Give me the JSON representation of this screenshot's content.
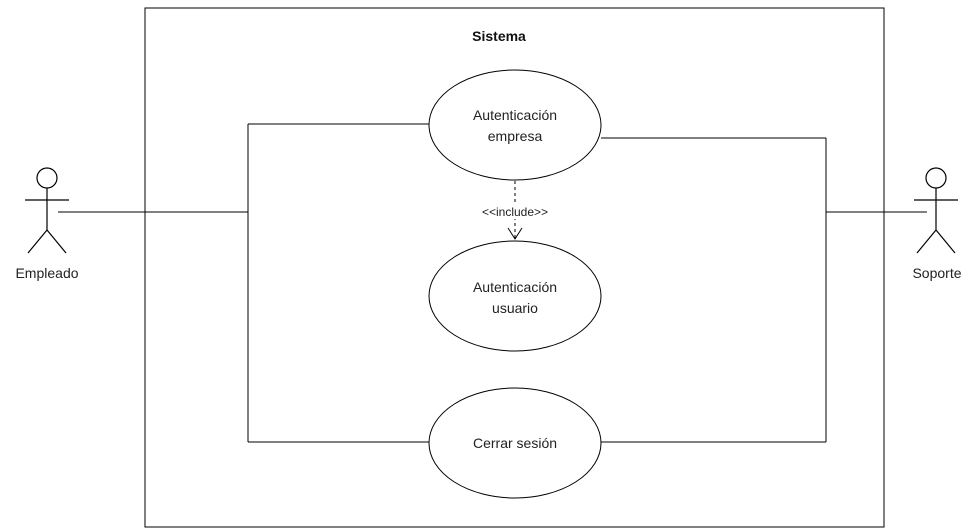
{
  "system": {
    "title": "Sistema"
  },
  "actors": {
    "left": {
      "name": "Empleado"
    },
    "right": {
      "name": "Soporte"
    }
  },
  "use_cases": {
    "auth_company": {
      "line1": "Autenticación",
      "line2": "empresa"
    },
    "auth_user": {
      "line1": "Autenticación",
      "line2": "usuario"
    },
    "logout": {
      "label": "Cerrar sesión"
    }
  },
  "relations": {
    "include_label": "<<include>>"
  },
  "colors": {
    "stroke": "#000000",
    "background": "#ffffff"
  }
}
